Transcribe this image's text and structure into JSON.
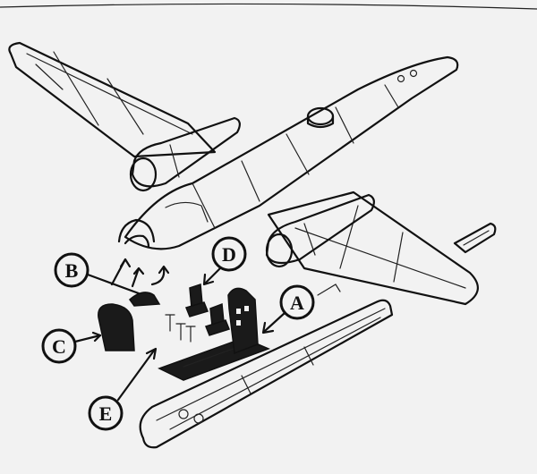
{
  "diagram": {
    "callouts": [
      {
        "id": "A",
        "label": "A"
      },
      {
        "id": "B",
        "label": "B"
      },
      {
        "id": "C",
        "label": "C"
      },
      {
        "id": "D",
        "label": "D"
      },
      {
        "id": "E",
        "label": "E"
      }
    ],
    "colors": {
      "paper": "#f2f2f2",
      "ink": "#111111"
    }
  }
}
